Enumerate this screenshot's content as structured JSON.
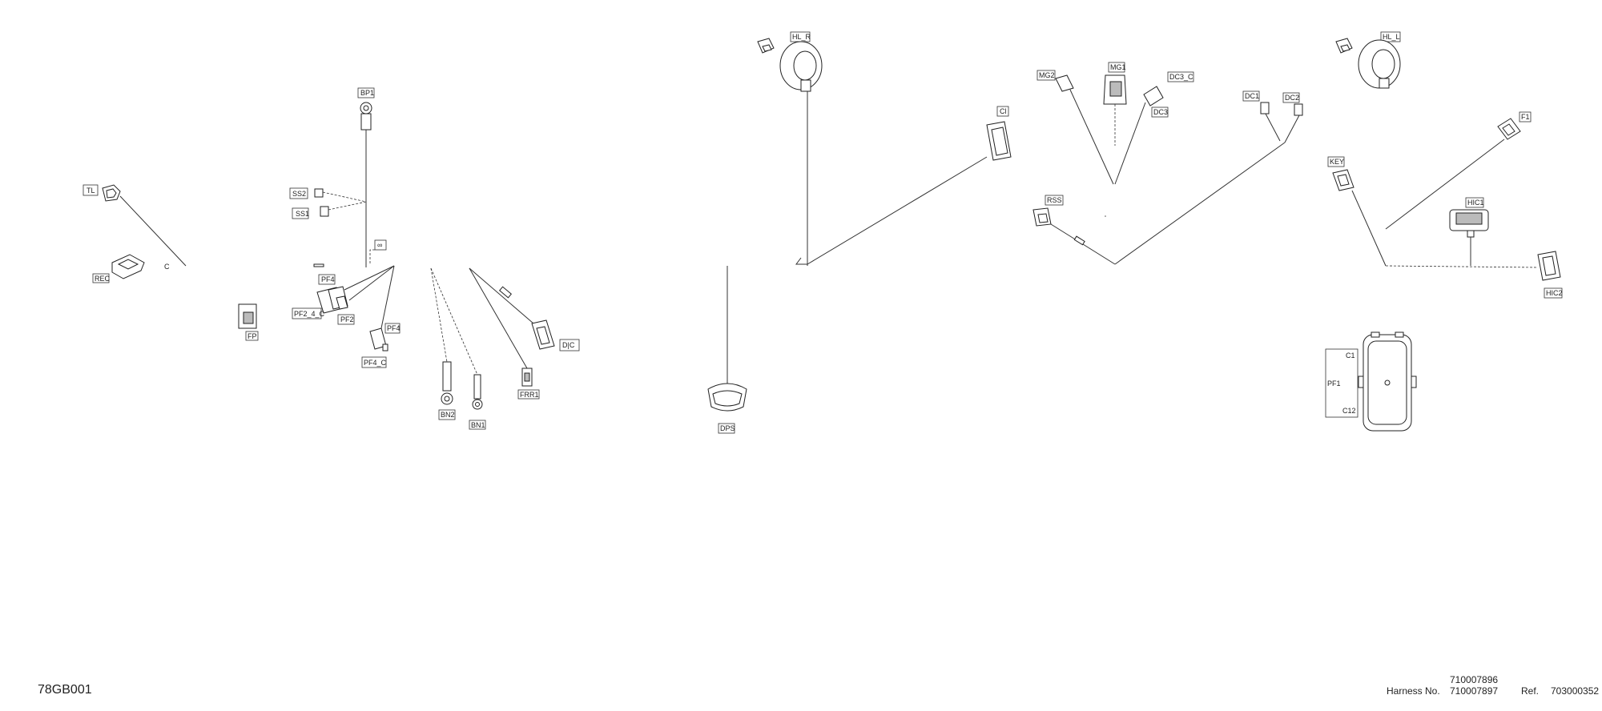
{
  "drawing_id": "78GB001",
  "connectors": {
    "tl": "TL",
    "rec": "REC",
    "fp": "FP",
    "bp1": "BP1",
    "ss2": "SS2",
    "ss1": "SS1",
    "pf4": "PF4",
    "pf2_4_c": "PF2_4_C",
    "pf2": "PF2",
    "pf4b": "PF4",
    "pf4_c": "PF4_C",
    "bn2": "BN2",
    "bn1": "BN1",
    "frr1": "FRR1",
    "dc": "D|C",
    "dps": "DPS",
    "hl_r": "HL_R",
    "cl": "Cl",
    "mg2": "MG2",
    "mg1": "MG1",
    "dc3_c": "DC3_C",
    "dc3": "DC3",
    "dc1": "DC1",
    "dc2": "DC2",
    "rss": "RSS",
    "hl_l": "HL_L",
    "f1": "F1",
    "key": "KEY",
    "hic1": "HIC1",
    "hic2": "HIC2",
    "pf1": "PF1",
    "c1": "C1",
    "c12": "C12"
  },
  "footer": {
    "harness_label": "Harness No.",
    "harness_no_1": "710007896",
    "harness_no_2": "710007897",
    "ref_label": "Ref.",
    "ref_no": "703000352"
  }
}
